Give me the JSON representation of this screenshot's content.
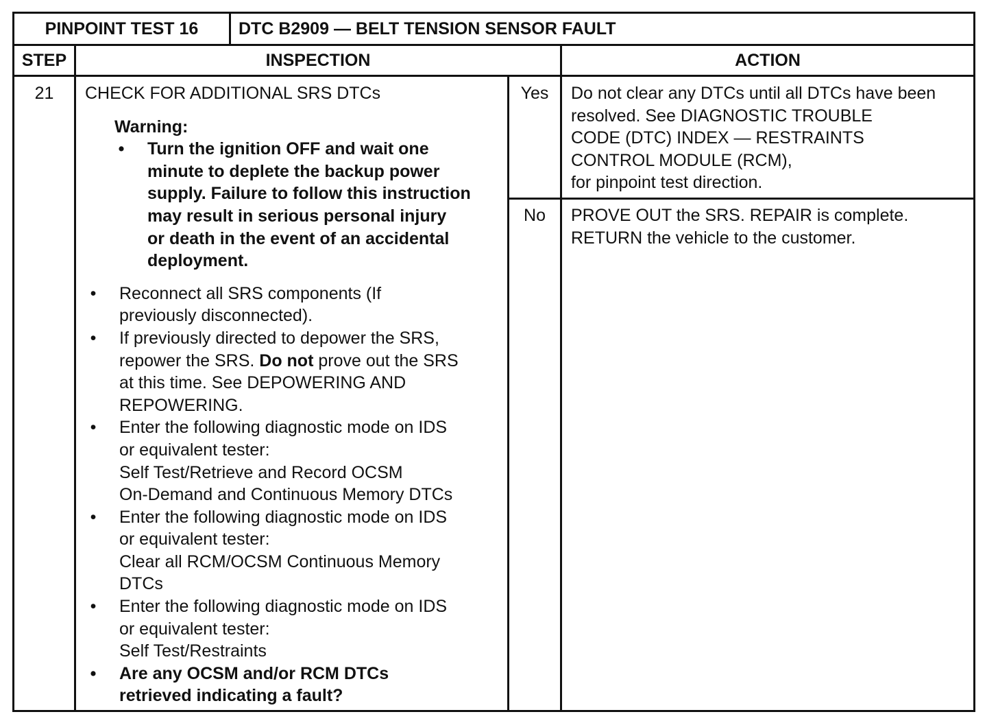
{
  "header": {
    "test_label": "PINPOINT TEST 16",
    "dtc_title": "DTC B2909 — BELT TENSION SENSOR FAULT"
  },
  "columns": {
    "step": "STEP",
    "inspection": "INSPECTION",
    "action": "ACTION"
  },
  "step": {
    "number": "21",
    "check_title": "CHECK FOR ADDITIONAL SRS DTCs",
    "warning_label": "Warning:",
    "warning_bullet": "•",
    "warning_lines": [
      "Turn the ignition OFF and wait one",
      "minute to deplete the backup power",
      "supply. Failure to follow this instruction",
      "may result in serious personal injury",
      "or death in the event of an accidental",
      "deployment."
    ],
    "bullet_glyph": "•",
    "bullets": [
      {
        "lines": [
          "Reconnect all SRS components (If",
          "previously disconnected)."
        ]
      },
      {
        "l1": "If previously directed to depower the SRS,",
        "l2a": "repower the SRS. ",
        "l2b": "Do not",
        "l2c": " prove out the SRS",
        "l3": "at this time. See DEPOWERING AND",
        "l4": "REPOWERING."
      },
      {
        "lines": [
          "Enter the following diagnostic mode on IDS",
          "or equivalent tester:",
          "Self Test/Retrieve and Record OCSM",
          "On-Demand and Continuous Memory DTCs"
        ]
      },
      {
        "lines": [
          "Enter the following diagnostic mode on IDS",
          "or equivalent tester:",
          "Clear all RCM/OCSM Continuous Memory",
          "DTCs"
        ]
      },
      {
        "lines": [
          "Enter the following diagnostic mode on IDS",
          "or equivalent tester:",
          "Self Test/Restraints"
        ]
      },
      {
        "lines": [
          "Are any OCSM and/or RCM DTCs",
          "retrieved indicating a fault?"
        ]
      }
    ]
  },
  "results": {
    "yes_label": "Yes",
    "yes_action_lines": [
      "Do not clear any DTCs until all DTCs have been",
      "resolved.  See DIAGNOSTIC TROUBLE",
      "CODE (DTC) INDEX — RESTRAINTS",
      "CONTROL MODULE (RCM),",
      "for pinpoint test direction."
    ],
    "no_label": "No",
    "no_action_lines": [
      "PROVE OUT the SRS. REPAIR is complete.",
      "RETURN the vehicle to the customer."
    ]
  }
}
